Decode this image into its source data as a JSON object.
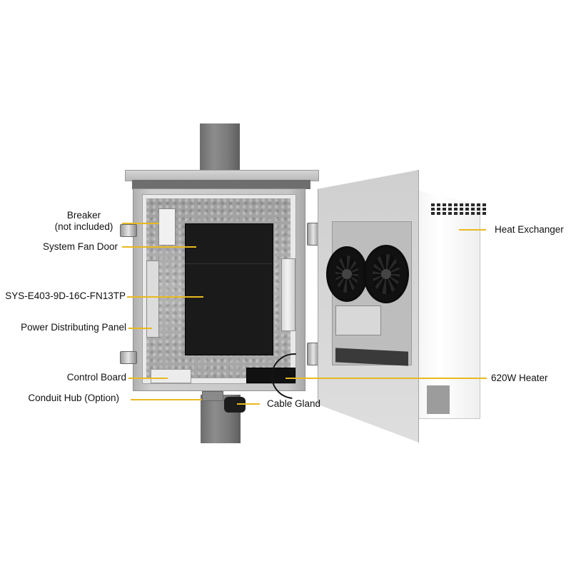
{
  "figure": {
    "subject": "Outdoor pole-mounted enclosure with open door",
    "accent_color": "#e8b920",
    "text_color": "#111111"
  },
  "callouts": {
    "left": [
      {
        "id": "breaker",
        "line1": "Breaker",
        "line2": "(not included)"
      },
      {
        "id": "system_fan_door",
        "text": "System Fan Door"
      },
      {
        "id": "system_model",
        "text": "SYS-E403-9D-16C-FN13TP"
      },
      {
        "id": "power_distributing_panel",
        "text": "Power Distributing Panel"
      },
      {
        "id": "control_board",
        "text": "Control Board"
      },
      {
        "id": "conduit_hub",
        "text": "Conduit Hub (Option)"
      }
    ],
    "right": [
      {
        "id": "heat_exchanger",
        "text": "Heat Exchanger"
      },
      {
        "id": "heater",
        "text": "620W Heater"
      },
      {
        "id": "cable_gland",
        "text": "Cable Gland"
      }
    ]
  }
}
